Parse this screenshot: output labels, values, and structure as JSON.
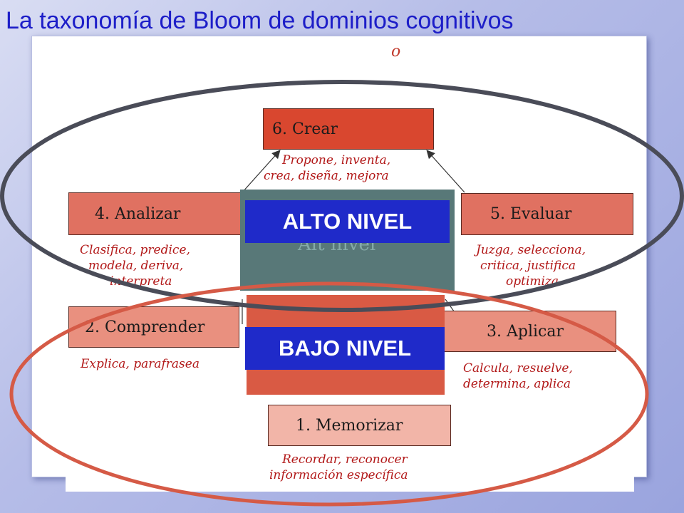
{
  "title": "La taxonomía de Bloom de dominios cognitivos",
  "top_mark": "o",
  "levels": {
    "high": "ALTO NIVEL",
    "low": "BAJO NIVEL",
    "ghost": "Alt nivel"
  },
  "boxes": [
    {
      "label": "6. Crear",
      "desc": [
        "Propone, inventa,",
        "crea, diseña, mejora"
      ]
    },
    {
      "label": "4. Analizar",
      "desc": [
        "Clasifica, predice,",
        "modela, deriva,",
        "interpreta"
      ]
    },
    {
      "label": "5. Evaluar",
      "desc": [
        "Juzga, selecciona,",
        "critica, justifica",
        "optimiza"
      ]
    },
    {
      "label": "2. Comprender",
      "desc": [
        "Explica, parafrasea"
      ]
    },
    {
      "label": "3. Aplicar",
      "desc": [
        "Calcula, resuelve,",
        "determina, aplica"
      ]
    },
    {
      "label": "1. Memorizar",
      "desc": [
        "Recordar, reconocer",
        "información específica"
      ]
    }
  ],
  "colors": {
    "title": "#1d1ec8",
    "crear": "#d9472f",
    "analizar_evaluar": "#e07161",
    "comprender_aplicar": "#e9907f",
    "memorizar": "#f2b5a8",
    "desc_text": "#b21818",
    "center_high": "#587878",
    "center_low": "#d95a44",
    "label_bg": "#1f2ac9",
    "ellipse_high": "#4a4c58",
    "ellipse_low": "#d55a46"
  }
}
